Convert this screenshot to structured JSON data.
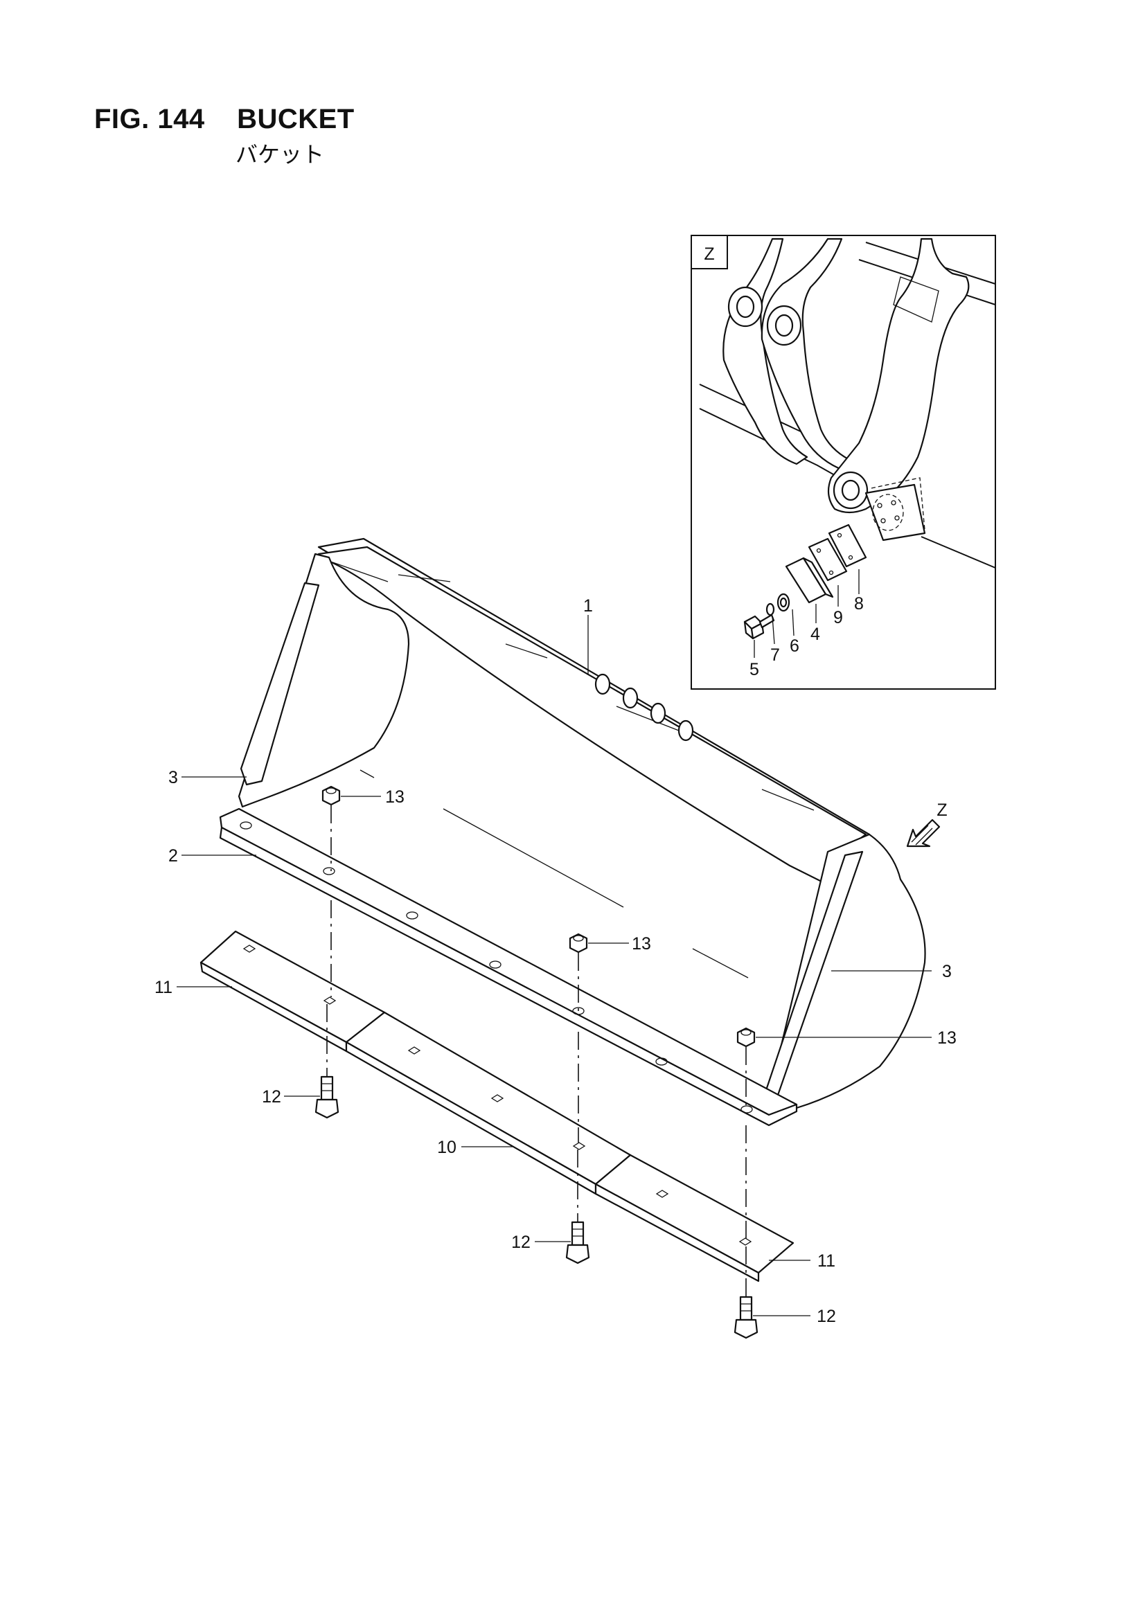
{
  "figure": {
    "number_title": "FIG. 144    BUCKET",
    "subtitle_jp": "バケット"
  },
  "detail_view": {
    "label": "Z"
  },
  "view_arrow": {
    "label": "Z"
  },
  "callouts": {
    "p1": "1",
    "p2": "2",
    "p3_left": "3",
    "p3_right": "3",
    "p4": "4",
    "p5": "5",
    "p6": "6",
    "p7": "7",
    "p8": "8",
    "p9": "9",
    "p10": "10",
    "p11_left": "11",
    "p11_right": "11",
    "p12_left": "12",
    "p12_mid": "12",
    "p12_right": "12",
    "p13_a": "13",
    "p13_b": "13",
    "p13_c": "13"
  }
}
